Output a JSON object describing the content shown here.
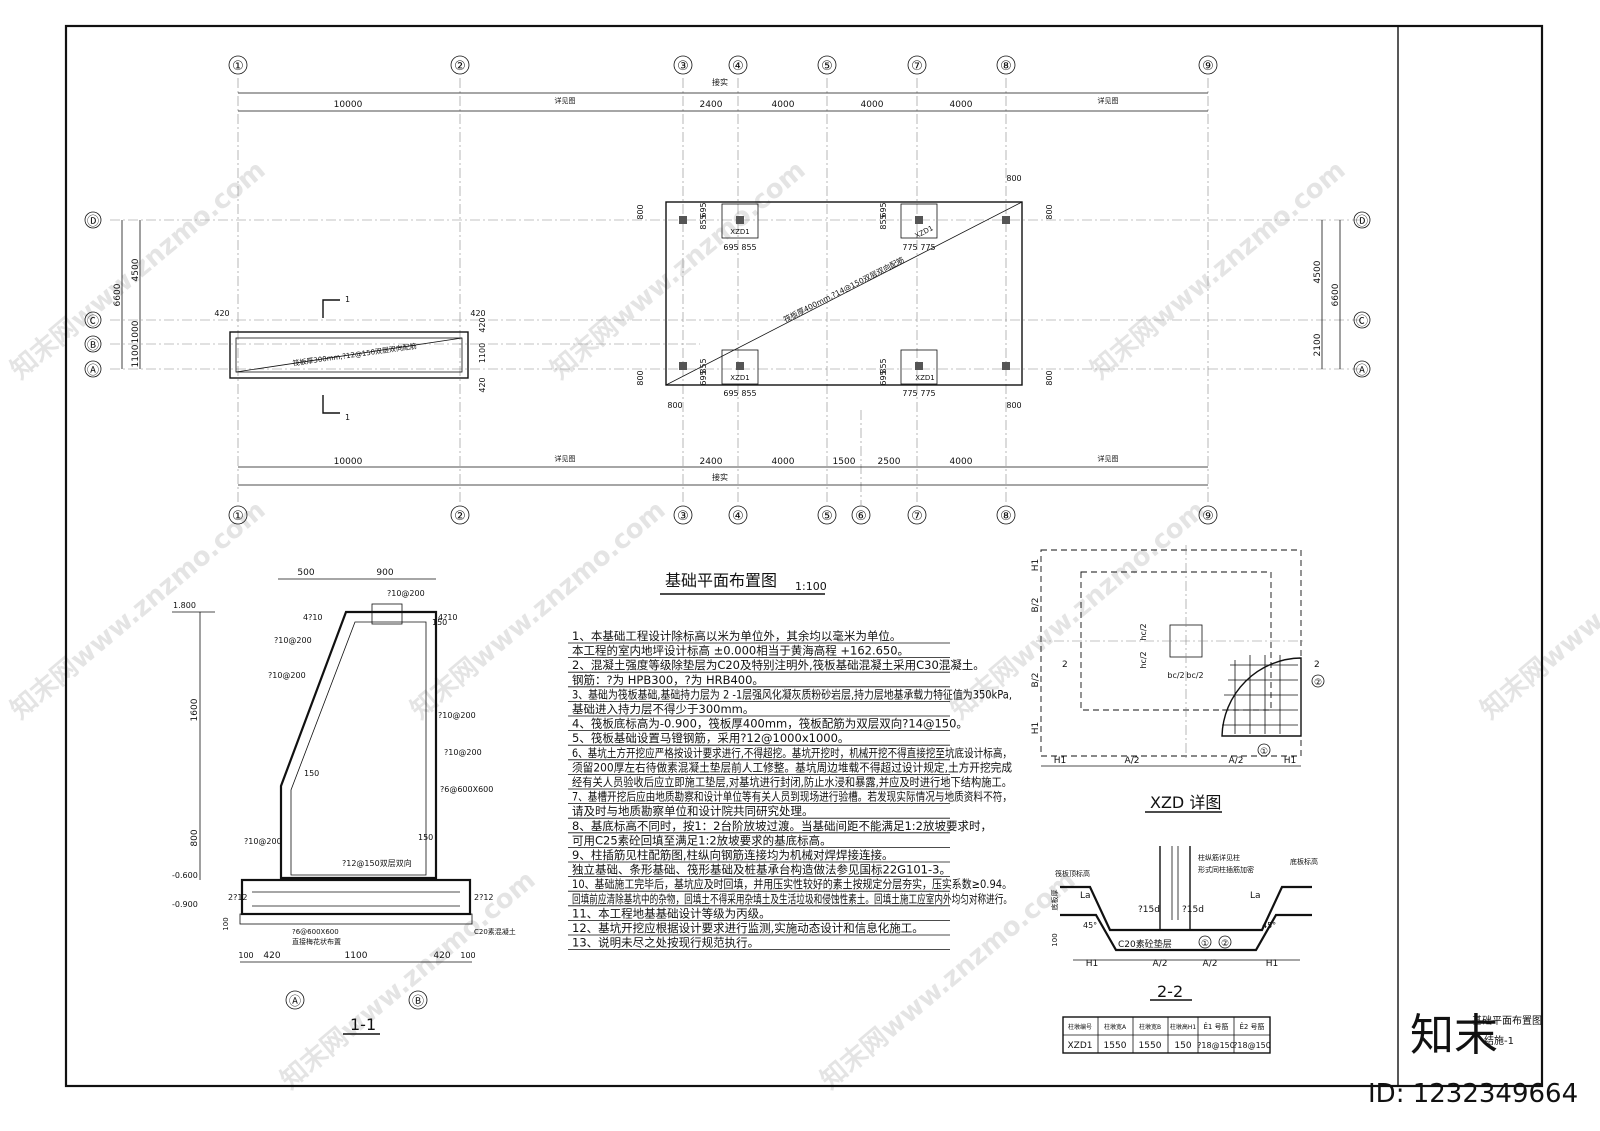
{
  "plan": {
    "title": "基础平面布置图",
    "scale": "1:100",
    "axes_top": [
      "①",
      "②",
      "③",
      "④",
      "⑤",
      "⑦",
      "⑧",
      "⑨"
    ],
    "axes_bottom": [
      "①",
      "②",
      "③",
      "④",
      "⑤",
      "⑥",
      "⑦",
      "⑧",
      "⑨"
    ],
    "axes_side": [
      "Ⓓ",
      "Ⓒ",
      "Ⓑ",
      "Ⓐ"
    ],
    "axes_right": [
      "Ⓓ",
      "Ⓒ",
      "Ⓐ"
    ],
    "dims_top": [
      "10000",
      "详见图",
      "2400",
      "4000",
      "4000",
      "4000",
      "详见图"
    ],
    "dims_bottom": [
      "10000",
      "详见图",
      "2400",
      "4000",
      "1500",
      "2500",
      "4000",
      "详见图"
    ],
    "label_jiefeng": "接实",
    "dims_left": [
      "6600",
      "4500",
      "1000",
      "1100"
    ],
    "dims_right": [
      "4500",
      "6600",
      "2100"
    ],
    "raft_small_note": "筏板厚300mm,?12@150双层双向配筋",
    "raft_big_note": "筏板厚400mm,?14@150双层双向配筋",
    "xzd_label": "XZD1",
    "dim_800": "800",
    "dim_420": "420",
    "dim_855": "855",
    "dim_695": "695",
    "dim_775": "775",
    "dim_1100": "1100",
    "section_mark": "1"
  },
  "section11": {
    "title": "1-1",
    "elev_top": "1.800",
    "elev_mid": "-0.600",
    "elev_bot": "-0.900",
    "dims_top": [
      "500",
      "900"
    ],
    "dims_left": [
      "1600",
      "800"
    ],
    "dims_bottom": [
      "100",
      "420",
      "1100",
      "420",
      "100"
    ],
    "dim_150": "150",
    "rebar_labels": [
      "?10@200",
      "4?10",
      "4?10",
      "?10@200",
      "?10@200",
      "?10@200",
      "?10@200",
      "?6@600X600",
      "?10@200",
      "?12@150双层双向",
      "2?12",
      "2?12",
      "?6@600X600"
    ],
    "dim_100": "100",
    "c20": "C20素混凝土",
    "axes": [
      "Ⓐ",
      "Ⓑ"
    ],
    "keep_note": "直接梅花状布置"
  },
  "notes": [
    "1、本基础工程设计除标高以米为单位外，其余均以毫米为单位。",
    "   本工程的室内地坪设计标高 ±0.000相当于黄海高程 +162.650。",
    "2、混凝土强度等级除垫层为C20及特别注明外,筏板基础混凝土采用C30混凝土。",
    "   钢筋：?为 HPB300，?为 HRB400。",
    "3、基础为筏板基础,基础持力层为 2 -1层强风化凝灰质粉砂岩层,持力层地基承载力特征值为350kPa,",
    "   基础进入持力层不得少于300mm。",
    "4、筏板底标高为-0.900，筏板厚400mm，筏板配筋为双层双向?14@150。",
    "5、筏板基础设置马镫钢筋，采用?12@1000x1000。",
    "6、基坑土方开挖应严格按设计要求进行,不得超挖。基坑开挖时，机械开挖不得直接挖至坑底设计标高，",
    "   须留200厚左右待做素混凝土垫层前人工修整。基坑周边堆载不得超过设计规定,土方开挖完成",
    "   经有关人员验收后应立即施工垫层,对基坑进行封闭,防止水浸和暴露,并应及时进行地下结构施工。",
    "7、基槽开挖后应由地质勘察和设计单位等有关人员到现场进行验槽。若发现实际情况与地质资料不符，",
    "   请及时与地质勘察单位和设计院共同研究处理。",
    "8、基底标高不同时，按1：2台阶放坡过渡。当基础间距不能满足1:2放坡要求时，",
    "   可用C25素砼回填至满足1:2放坡要求的基底标高。",
    "9、柱插筋见柱配筋图,柱纵向钢筋连接均为机械对焊焊接连接。",
    "   独立基础、条形基础、筏形基础及桩基承台构造做法参见国标22G101-3。",
    "10、基础施工完毕后，基坑应及时回填，并用压实性较好的素土按规定分层夯实，压实系数≥0.94。",
    "   回填前应清除基坑中的杂物，回填土不得采用杂填土及生活垃圾和侵蚀性素土。回填土施工应室内外均匀对称进行。",
    "11、本工程地基基础设计等级为丙级。",
    "12、基坑开挖应根据设计要求进行监测,实施动态设计和信息化施工。",
    "13、说明未尽之处按现行规范执行。"
  ],
  "xzd": {
    "title": "XZD 详图",
    "h1": "H1",
    "b2": "B/2",
    "a2": "A/2",
    "hc2": "hc/2",
    "bc2": "bc/2",
    "marks": [
      "①",
      "②"
    ],
    "two": "2"
  },
  "section22": {
    "title": "2-2",
    "labels": [
      "筏板顶标高",
      "柱纵筋详见柱",
      "形式同柱插筋加密",
      "底板标高",
      "La",
      "La",
      "?15d",
      "?15d",
      "45°",
      "45°",
      "C20素砼垫层",
      "①",
      "②",
      "H1",
      "A/2",
      "A/2",
      "H1",
      "100",
      "底板厚"
    ]
  },
  "table": {
    "headers": [
      "柱墩编号",
      "柱墩宽A",
      "柱墩宽B",
      "柱墩高H1",
      "Ê1 号筋",
      "Ê2 号筋"
    ],
    "row": [
      "XZD1",
      "1550",
      "1550",
      "150",
      "?18@150",
      "?18@150"
    ]
  },
  "titleblock": {
    "logo": "知末",
    "drawing_name": "基础平面布置图",
    "sheet_no": "结施-1",
    "id": "ID: 1232349664"
  },
  "watermark": "知末网www.znzmo.com"
}
